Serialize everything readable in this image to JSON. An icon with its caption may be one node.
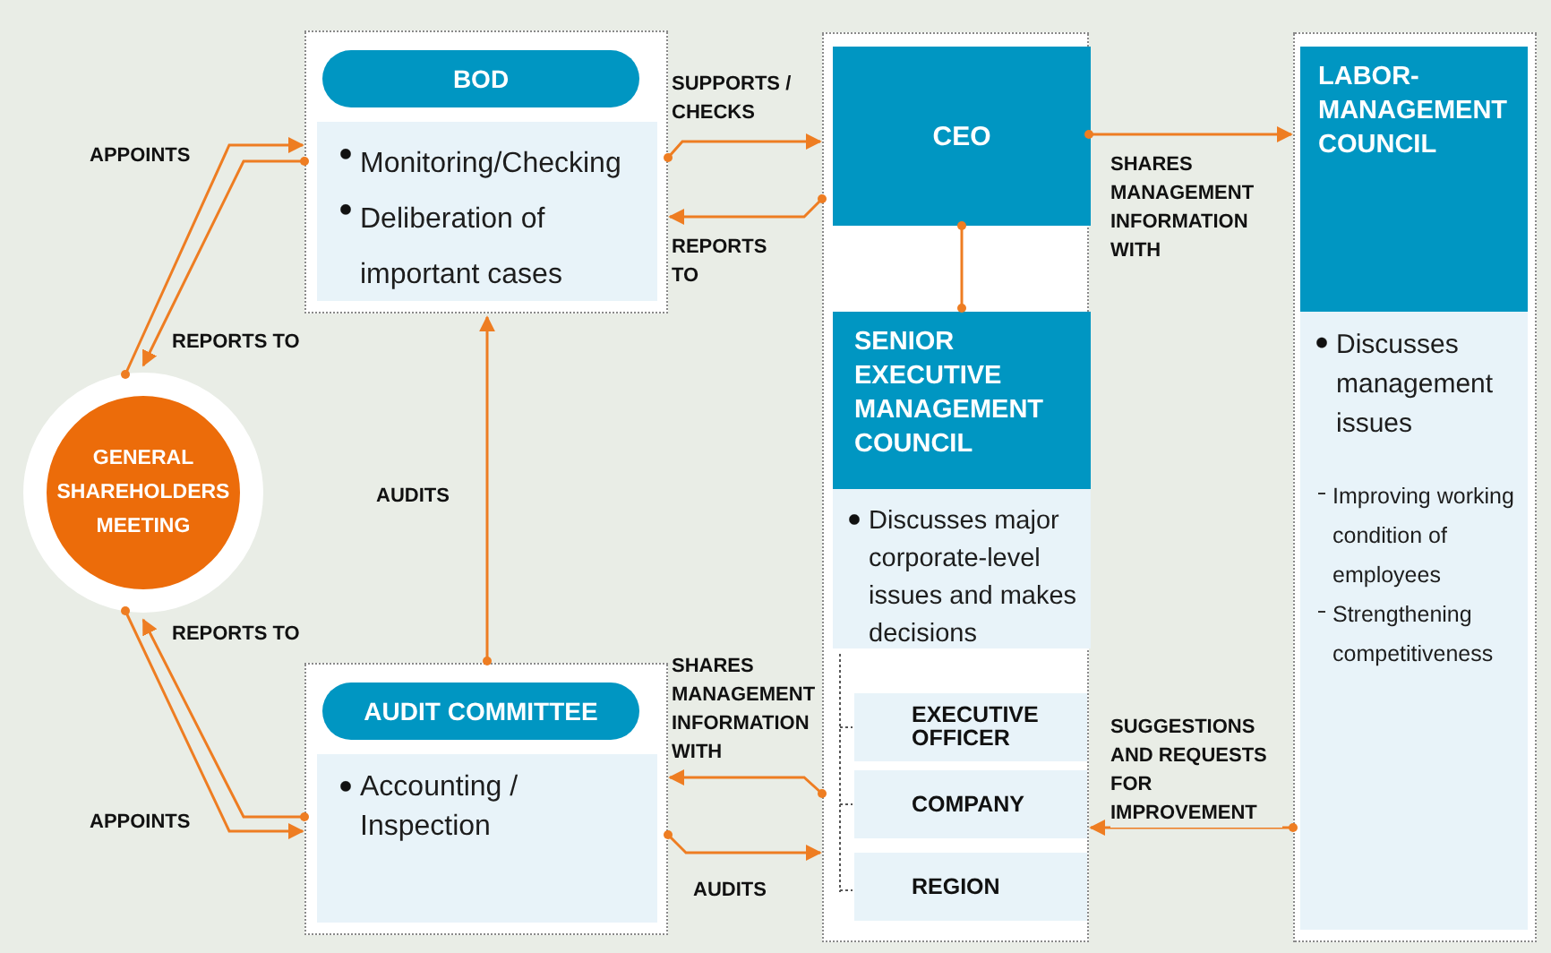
{
  "diagram": {
    "nodes": [
      {
        "text": [
          "GENERAL SHAREHOLDERS MEETING"
        ]
      },
      {
        "text": [
          "BOD",
          "Monitoring/Checking",
          "Deliberation of important cases"
        ]
      },
      {
        "text": [
          "AUDIT COMMITTEE",
          "Accounting / Inspection"
        ]
      },
      {
        "text": [],
        "shape": "box"
      },
      {
        "text": [
          "CEO"
        ],
        "in": 3
      },
      {
        "text": [
          "SENIOR EXECUTIVE MANAGEMENT COUNCIL",
          "Discusses major corporate-level issues and makes decisions"
        ],
        "in": 3
      },
      {
        "text": [
          "EXECUTIVE OFFICER"
        ],
        "in": 3
      },
      {
        "text": [
          "COMPANY"
        ],
        "in": 3
      },
      {
        "text": [
          "REGION"
        ],
        "in": 3
      },
      {
        "text": [
          "LABOR-MANAGEMENT COUNCIL",
          "Discusses management issues",
          "Improving working condition of employees",
          "Strengthening competitiveness"
        ]
      }
    ],
    "edges": [
      {
        "from": 0,
        "to": 1,
        "arrow": "to",
        "label": "APPOINTS"
      },
      {
        "from": 1,
        "to": 0,
        "arrow": "to",
        "label": "REPORTS TO"
      },
      {
        "from": 0,
        "to": 2,
        "arrow": "to",
        "label": "APPOINTS"
      },
      {
        "from": 2,
        "to": 0,
        "arrow": "to",
        "label": "REPORTS TO"
      },
      {
        "from": 2,
        "to": 1,
        "arrow": "to",
        "label": "AUDITS"
      },
      {
        "from": 1,
        "to": 4,
        "arrow": "to",
        "label": "SUPPORTS / CHECKS"
      },
      {
        "from": 4,
        "to": 1,
        "arrow": "to",
        "label": "REPORTS TO"
      },
      {
        "from": 4,
        "to": 9,
        "arrow": "to",
        "label": "SHARES MANAGEMENT INFORMATION WITH"
      },
      {
        "from": 4,
        "to": 5,
        "arrow": "other"
      },
      {
        "from": 3,
        "to": 2,
        "arrow": "to",
        "label": "SHARES MANAGEMENT INFORMATION WITH"
      },
      {
        "from": 2,
        "to": 3,
        "arrow": "to",
        "label": "AUDITS"
      },
      {
        "from": 9,
        "to": 3,
        "arrow": "to",
        "label": "SUGGESTIONS AND REQUESTS FOR IMPROVEMENT"
      }
    ]
  }
}
